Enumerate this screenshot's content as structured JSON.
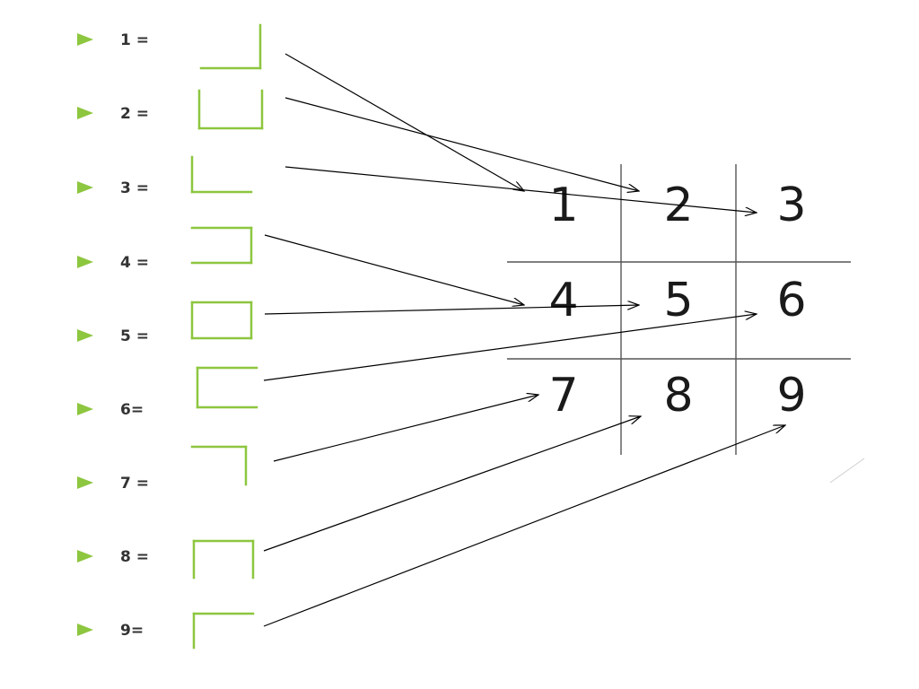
{
  "colors": {
    "bullet": "#8dc63f",
    "symbol": "#8dc63f",
    "label": "#333333",
    "grid_line": "#555555",
    "arrow": "#000000",
    "digit": "#1a1a1a"
  },
  "legend": [
    {
      "label": "1 =",
      "symbol": "bottom-right",
      "target": 1
    },
    {
      "label": "2 =",
      "symbol": "left-bottom-right",
      "target": 2
    },
    {
      "label": "3 =",
      "symbol": "left-bottom",
      "target": 3
    },
    {
      "label": "4 =",
      "symbol": "top-right-bottom",
      "target": 4
    },
    {
      "label": "5 =",
      "symbol": "box",
      "target": 5
    },
    {
      "label": "6=",
      "symbol": "top-left-bottom",
      "target": 6
    },
    {
      "label": "7 =",
      "symbol": "top-right",
      "target": 7
    },
    {
      "label": "8 =",
      "symbol": "top-left-right",
      "target": 8
    },
    {
      "label": "9=",
      "symbol": "top-left",
      "target": 9
    }
  ],
  "grid": {
    "cells": [
      "1",
      "2",
      "3",
      "4",
      "5",
      "6",
      "7",
      "8",
      "9"
    ]
  }
}
